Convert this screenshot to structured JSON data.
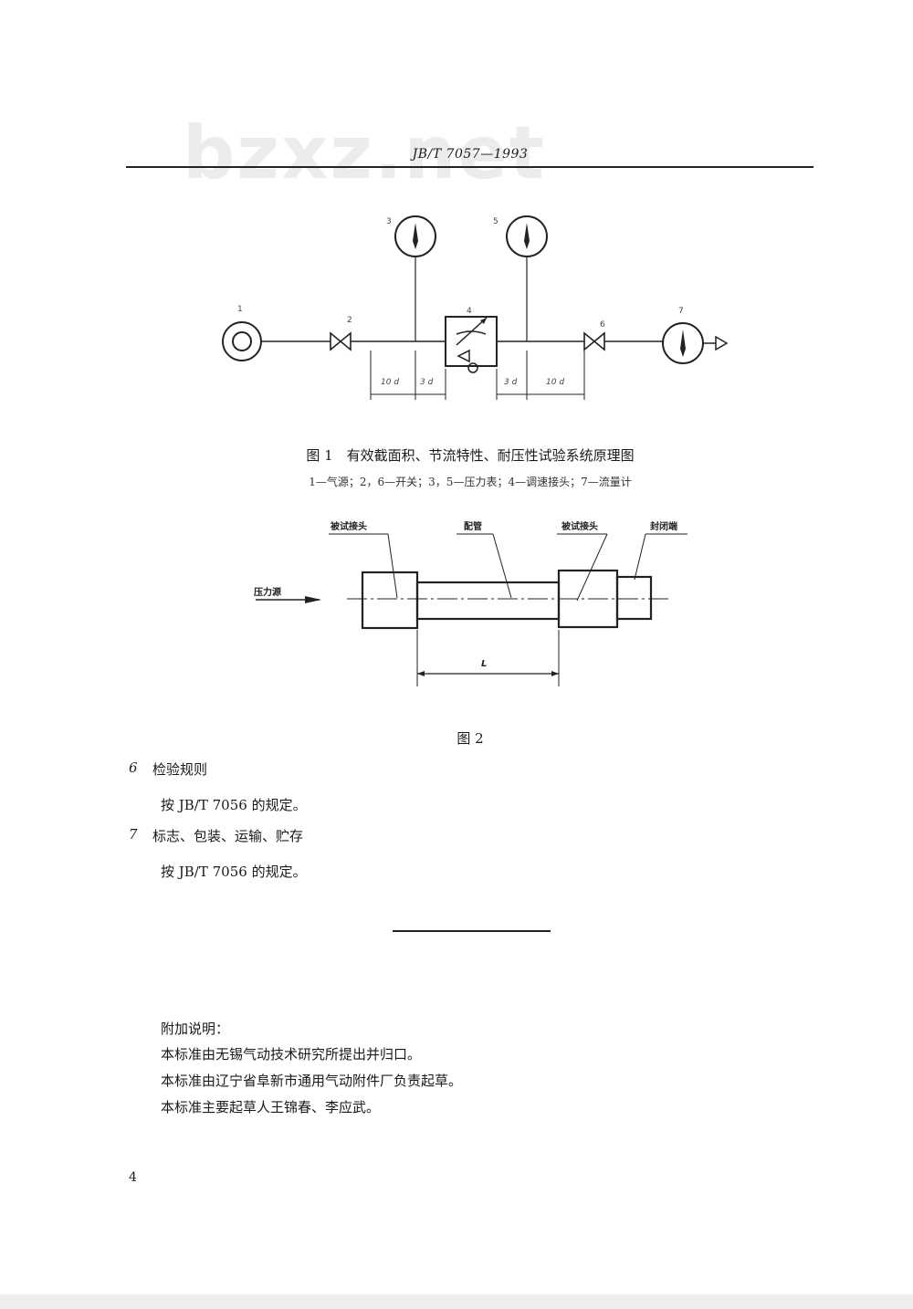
{
  "watermark": "bzxz.net",
  "header": {
    "doc_id": "JB/T 7057—1993"
  },
  "figure1": {
    "labels": {
      "n1": "1",
      "n2": "2",
      "n3": "3",
      "n4": "4",
      "n5": "5",
      "n6": "6",
      "n7": "7",
      "d10_left": "10 d",
      "d3_left": "3 d",
      "d3_right": "3 d",
      "d10_right": "10 d"
    },
    "caption": "图 1　有效截面积、节流特性、耐压性试验系统原理图",
    "legend": "1—气源；2，6—开关；3，5—压力表；4—调速接头；7—流量计"
  },
  "figure2": {
    "labels": {
      "tested_joint_left": "被试接头",
      "tube": "配管",
      "tested_joint_right": "被试接头",
      "sealed_end": "封闭端",
      "pressure_source": "压力源",
      "length": "L"
    },
    "caption": "图 2"
  },
  "sections": [
    {
      "number": "6",
      "title": "检验规则",
      "body": "按 JB/T  7056 的规定。"
    },
    {
      "number": "7",
      "title": "标志、包装、运输、贮存",
      "body": "按 JB/T  7056 的规定。"
    }
  ],
  "notes": {
    "title": "附加说明：",
    "lines": [
      "本标准由无锡气动技术研究所提出并归口。",
      "本标准由辽宁省阜新市通用气动附件厂负责起草。",
      "本标准主要起草人王锦春、李应武。"
    ]
  },
  "page_number": "4"
}
